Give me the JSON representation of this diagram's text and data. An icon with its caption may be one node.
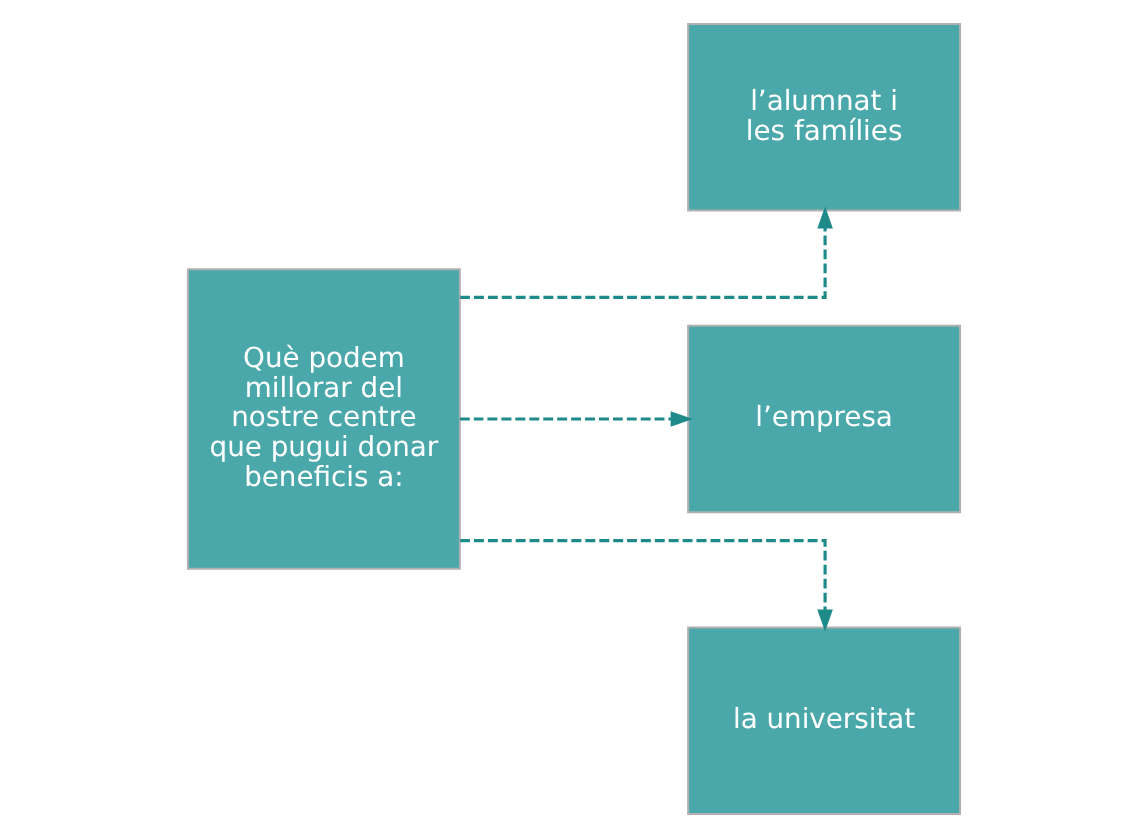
{
  "diagram": {
    "nodes": [
      {
        "text": [
          "Què podem millorar del nostre centre que pugui donar beneficis a:"
        ]
      },
      {
        "text": [
          "l’alumnat i les famílies"
        ]
      },
      {
        "text": [
          "l’empresa"
        ]
      },
      {
        "text": [
          "la universitat"
        ]
      }
    ],
    "edges": [
      {
        "from": 0,
        "to": 1,
        "arrow": "to",
        "style": "dashed"
      },
      {
        "from": 0,
        "to": 2,
        "arrow": "to",
        "style": "dashed"
      },
      {
        "from": 0,
        "to": 3,
        "arrow": "to",
        "style": "dashed"
      }
    ]
  }
}
